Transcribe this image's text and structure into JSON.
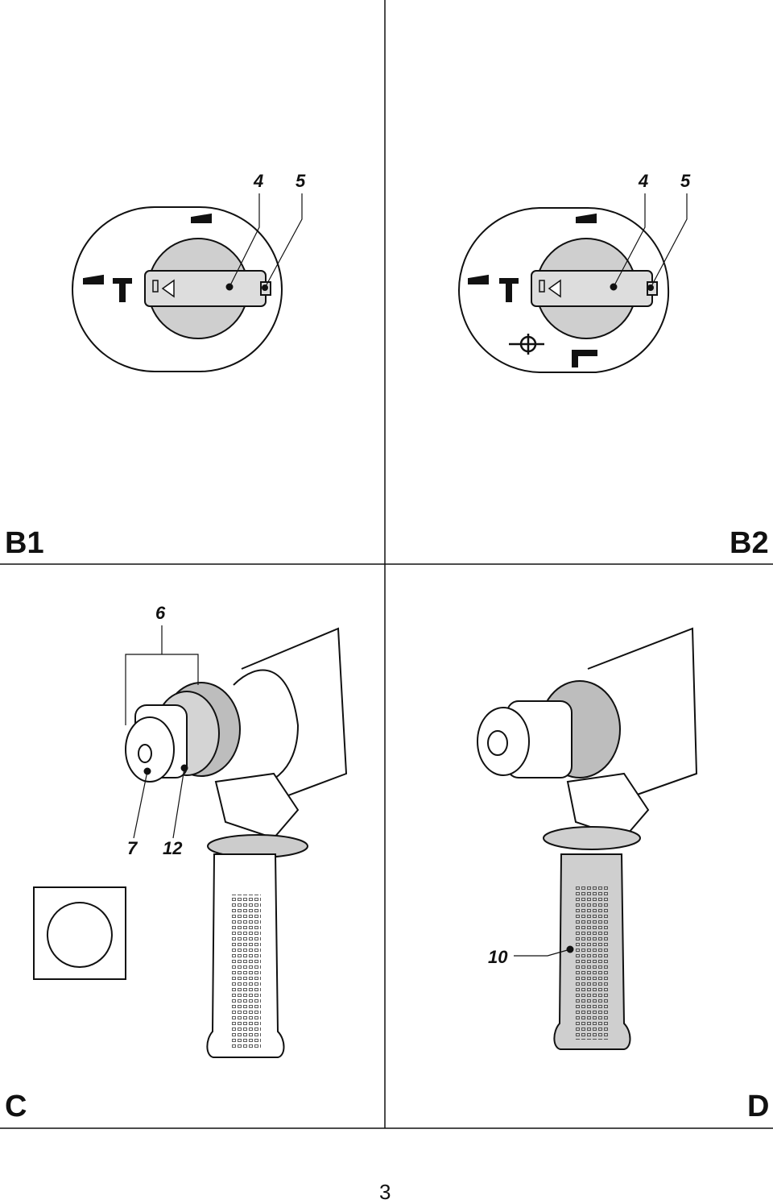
{
  "panels": {
    "b1": {
      "label": "B1",
      "callouts": [
        "4",
        "5"
      ]
    },
    "b2": {
      "label": "B2",
      "callouts": [
        "4",
        "5"
      ]
    },
    "c": {
      "label": "C",
      "callouts": [
        "6",
        "7",
        "12"
      ]
    },
    "d": {
      "label": "D",
      "callouts": [
        "10"
      ]
    }
  },
  "page_number": "3"
}
